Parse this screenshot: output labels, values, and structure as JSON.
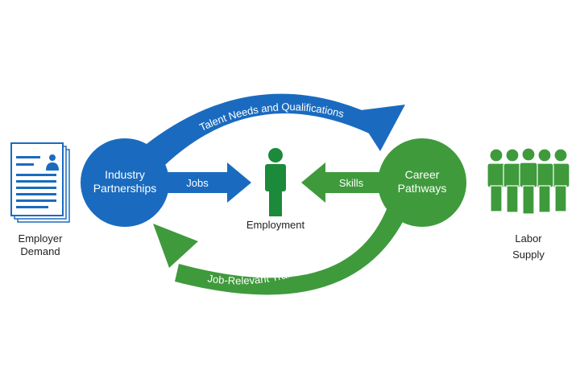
{
  "colors": {
    "blue": "#1a6bbf",
    "green": "#3f9a3c",
    "employment_green": "#1b8a3a",
    "doc_border": "#1a6bbf",
    "text_dark": "#222222",
    "text_light": "#ffffff"
  },
  "nodes": {
    "industry": {
      "line1": "Industry",
      "line2": "Partnerships"
    },
    "career": {
      "line1": "Career",
      "line2": "Pathways"
    },
    "employment": {
      "label": "Employment"
    },
    "employer_demand": {
      "line1": "Employer",
      "line2": "Demand"
    },
    "labor_supply": {
      "line1": "Labor",
      "line2": "Supply"
    }
  },
  "arrows": {
    "top": "Talent Needs and Qualifications",
    "bottom": "Job-Relevant Training and Education",
    "jobs": "Jobs",
    "skills": "Skills"
  },
  "icons": {
    "employer": "resume-document-icon",
    "employment": "person-icon",
    "labor": "group-of-people-icon"
  }
}
